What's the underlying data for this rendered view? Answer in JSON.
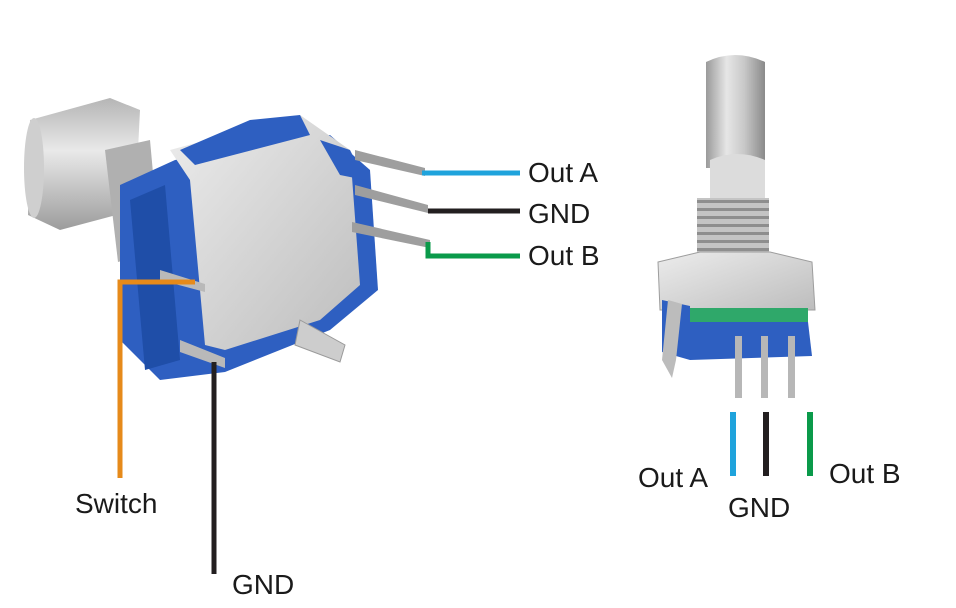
{
  "left_encoder": {
    "labels": {
      "out_a": "Out A",
      "gnd_top": "GND",
      "out_b": "Out B",
      "switch": "Switch",
      "gnd_bottom": "GND"
    }
  },
  "right_encoder": {
    "labels": {
      "out_a": "Out A",
      "gnd": "GND",
      "out_b": "Out B"
    }
  },
  "wire_colors": {
    "out_a": "#1fa3dc",
    "gnd": "#231f20",
    "out_b": "#0a9a4a",
    "switch": "#e68a1a"
  },
  "body_colors": {
    "plastic_blue": "#2e5fc1",
    "metal": "#d8d8d8",
    "pcb_green": "#2fa86a"
  }
}
